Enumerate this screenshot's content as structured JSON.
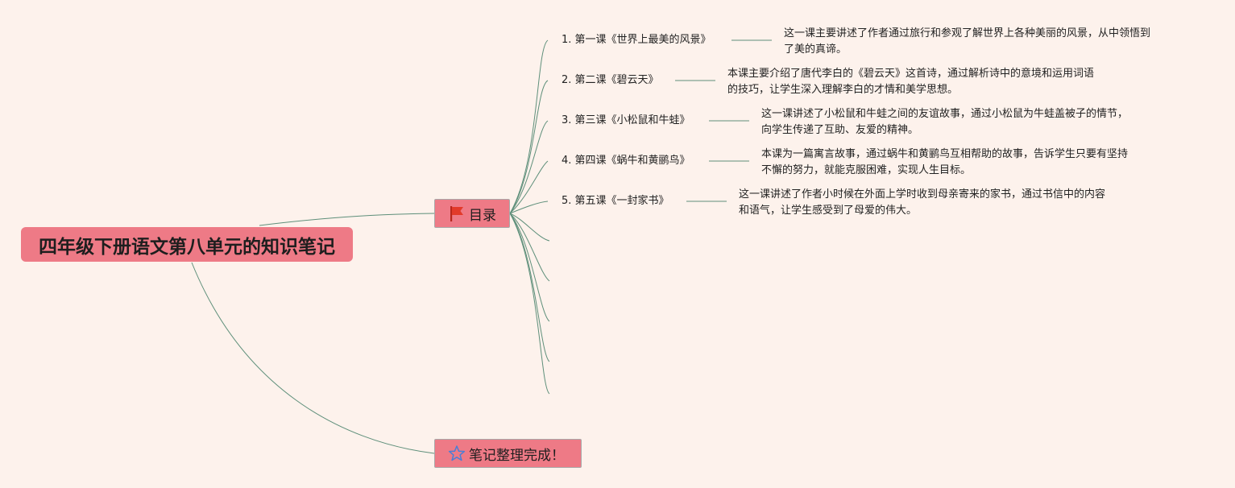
{
  "root": {
    "title": "四年级下册语文第八单元的知识笔记"
  },
  "toc": {
    "label": "目录",
    "icon": "red-flag-icon",
    "lessons": [
      {
        "title": "1. 第一课《世界上最美的风景》",
        "desc_line1": "这一课主要讲述了作者通过旅行和参观了解世界上各种美丽的风景，从中领悟到",
        "desc_line2": "了美的真谛。"
      },
      {
        "title": "2. 第二课《碧云天》",
        "desc_line1": "本课主要介绍了唐代李白的《碧云天》这首诗，通过解析诗中的意境和运用词语",
        "desc_line2": "的技巧，让学生深入理解李白的才情和美学思想。"
      },
      {
        "title": "3. 第三课《小松鼠和牛蛙》",
        "desc_line1": "这一课讲述了小松鼠和牛蛙之间的友谊故事，通过小松鼠为牛蛙盖被子的情节，",
        "desc_line2": "向学生传递了互助、友爱的精神。"
      },
      {
        "title": "4. 第四课《蜗牛和黄鹂鸟》",
        "desc_line1": "本课为一篇寓言故事，通过蜗牛和黄鹂鸟互相帮助的故事，告诉学生只要有坚持",
        "desc_line2": "不懈的努力，就能克服困难，实现人生目标。"
      },
      {
        "title": "5. 第五课《一封家书》",
        "desc_line1": "这一课讲述了作者小时候在外面上学时收到母亲寄来的家书，通过书信中的内容",
        "desc_line2": "和语气，让学生感受到了母爱的伟大。"
      }
    ]
  },
  "done": {
    "label": "笔记整理完成！",
    "icon": "star-icon"
  },
  "colors": {
    "background": "#fdf2ec",
    "node_fill": "#ee7a86",
    "line": "#5e8f7a",
    "flag": "#e23a2a",
    "star": "#4a7fd6"
  }
}
